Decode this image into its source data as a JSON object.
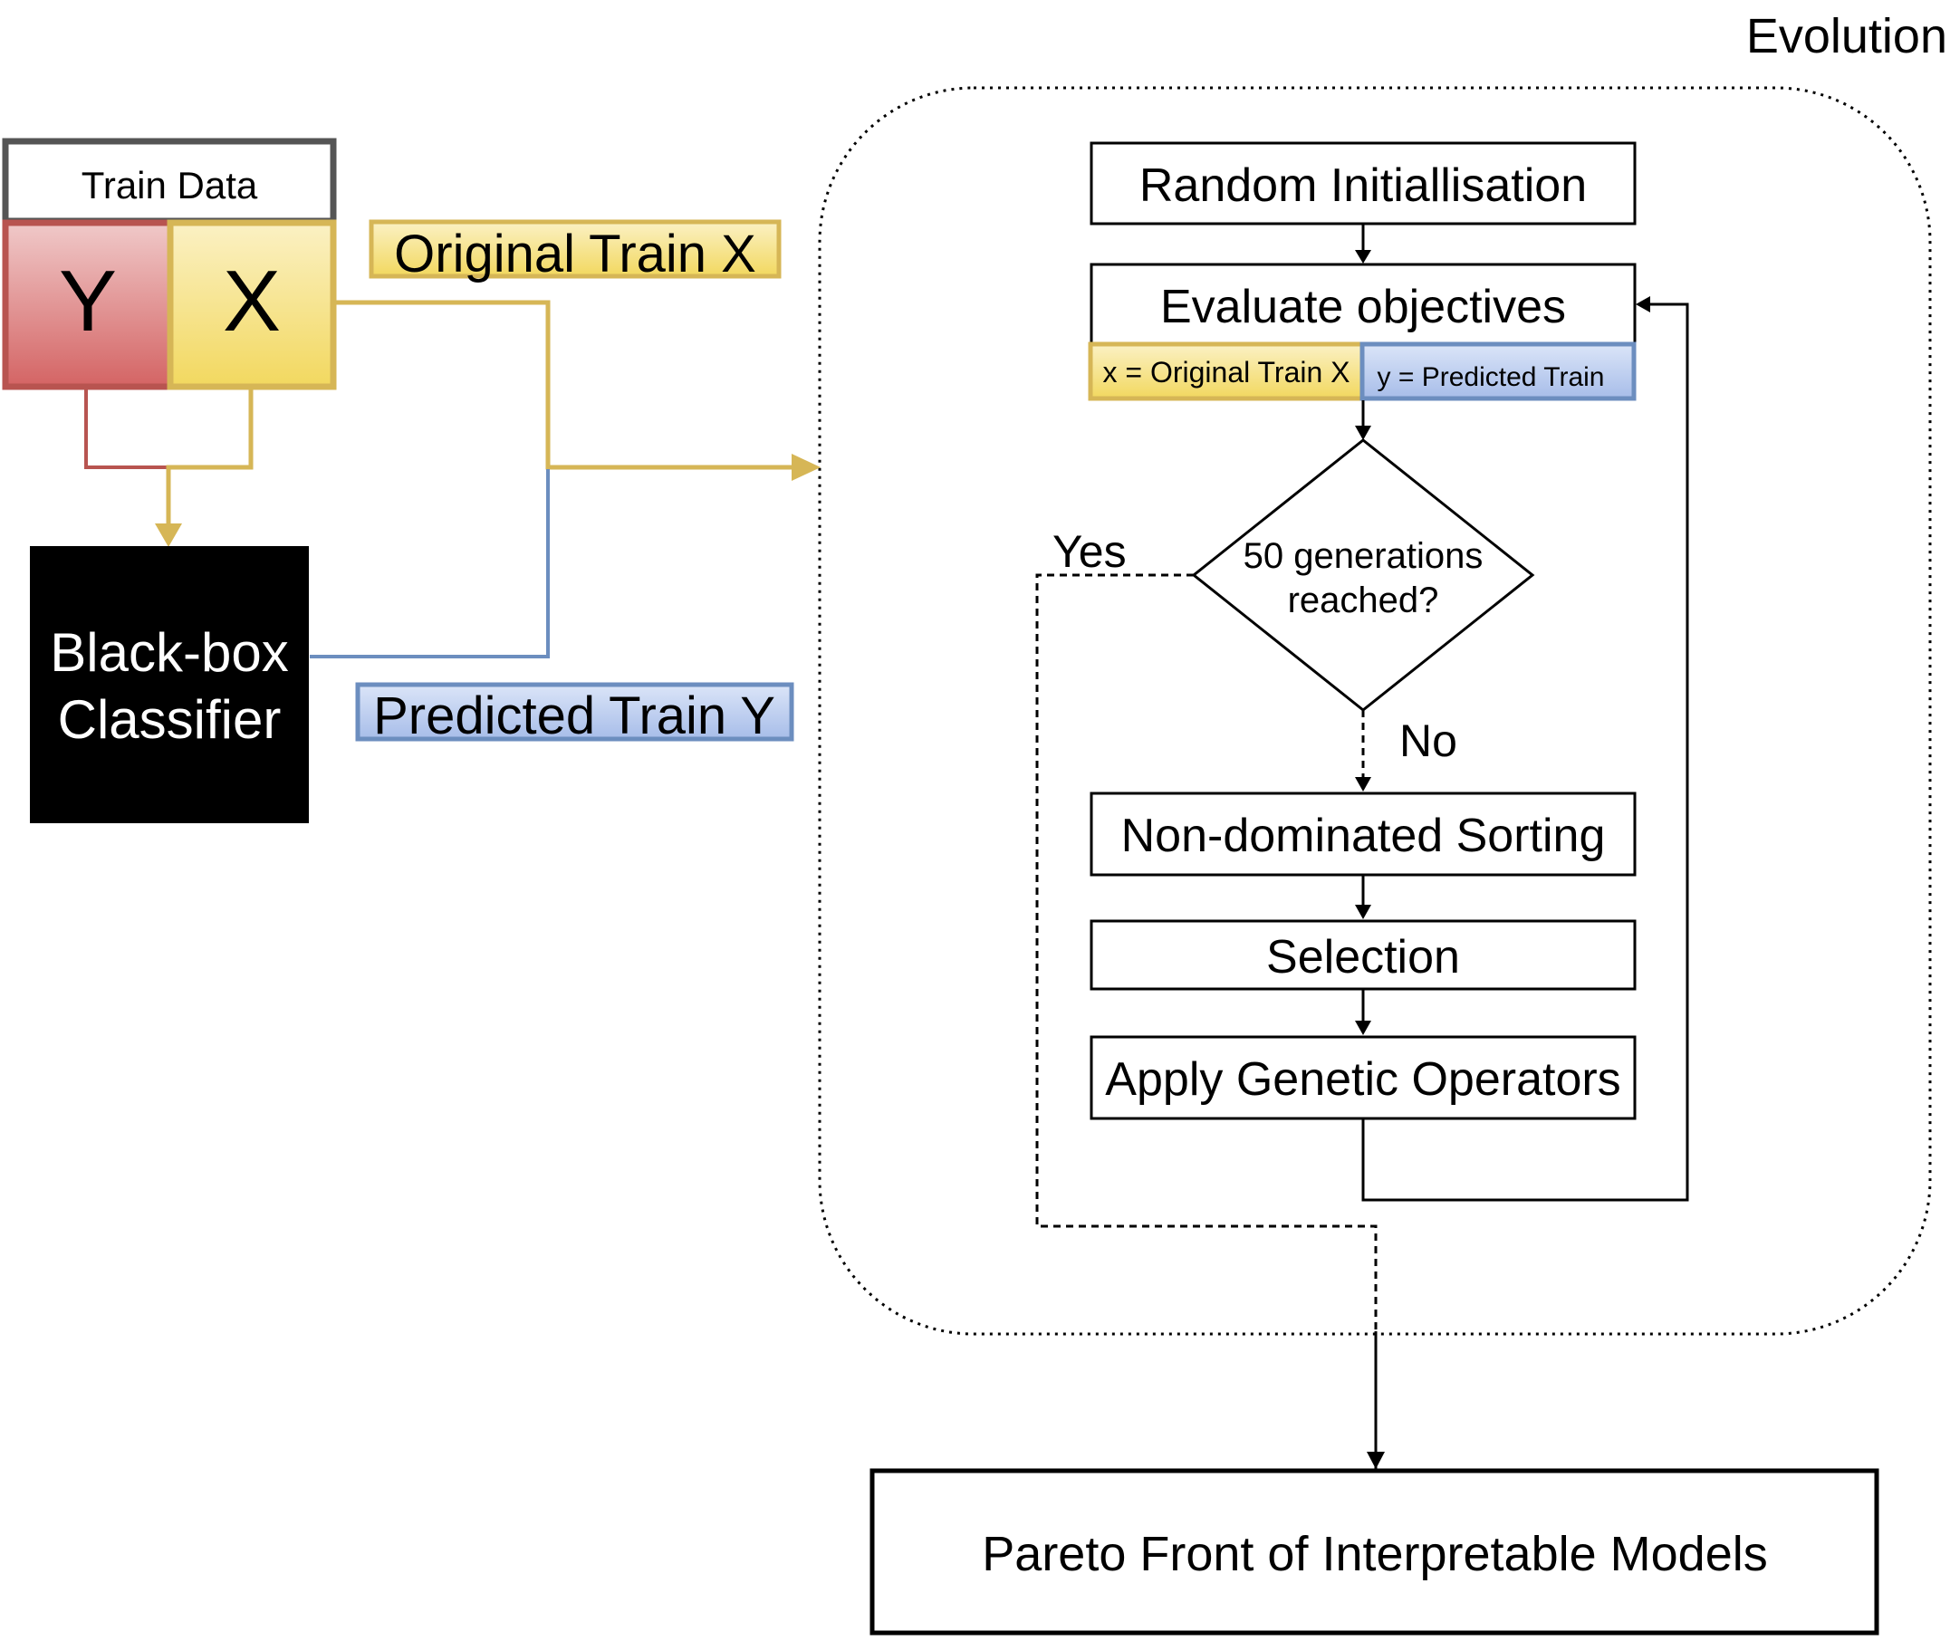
{
  "evolution_label": "Evolution",
  "train_data": {
    "title": "Train Data",
    "y_label": "Y",
    "x_label": "X"
  },
  "original_train_x_label": "Original Train X",
  "predicted_train_y_label": "Predicted Train Y",
  "black_box": {
    "line1": "Black-box",
    "line2": "Classifier"
  },
  "steps": {
    "random_init": "Random Initiallisation",
    "evaluate": "Evaluate objectives",
    "eval_x": "x = Original Train X",
    "eval_y": "y = Predicted Train",
    "decision_line1": "50 generations",
    "decision_line2": "reached?",
    "yes_label": "Yes",
    "no_label": "No",
    "sorting": "Non-dominated Sorting",
    "selection": "Selection",
    "genetic": "Apply Genetic Operators"
  },
  "pareto_label": "Pareto Front of Interpretable Models",
  "colors": {
    "red_fill": "#d96a6a",
    "red_stroke": "#b85450",
    "yellow_fill": "#f5e07a",
    "yellow_stroke": "#d6b656",
    "blue_fill": "#b0c4ee",
    "blue_stroke": "#6c8ebf",
    "gray_stroke": "#555555",
    "black": "#000000"
  }
}
